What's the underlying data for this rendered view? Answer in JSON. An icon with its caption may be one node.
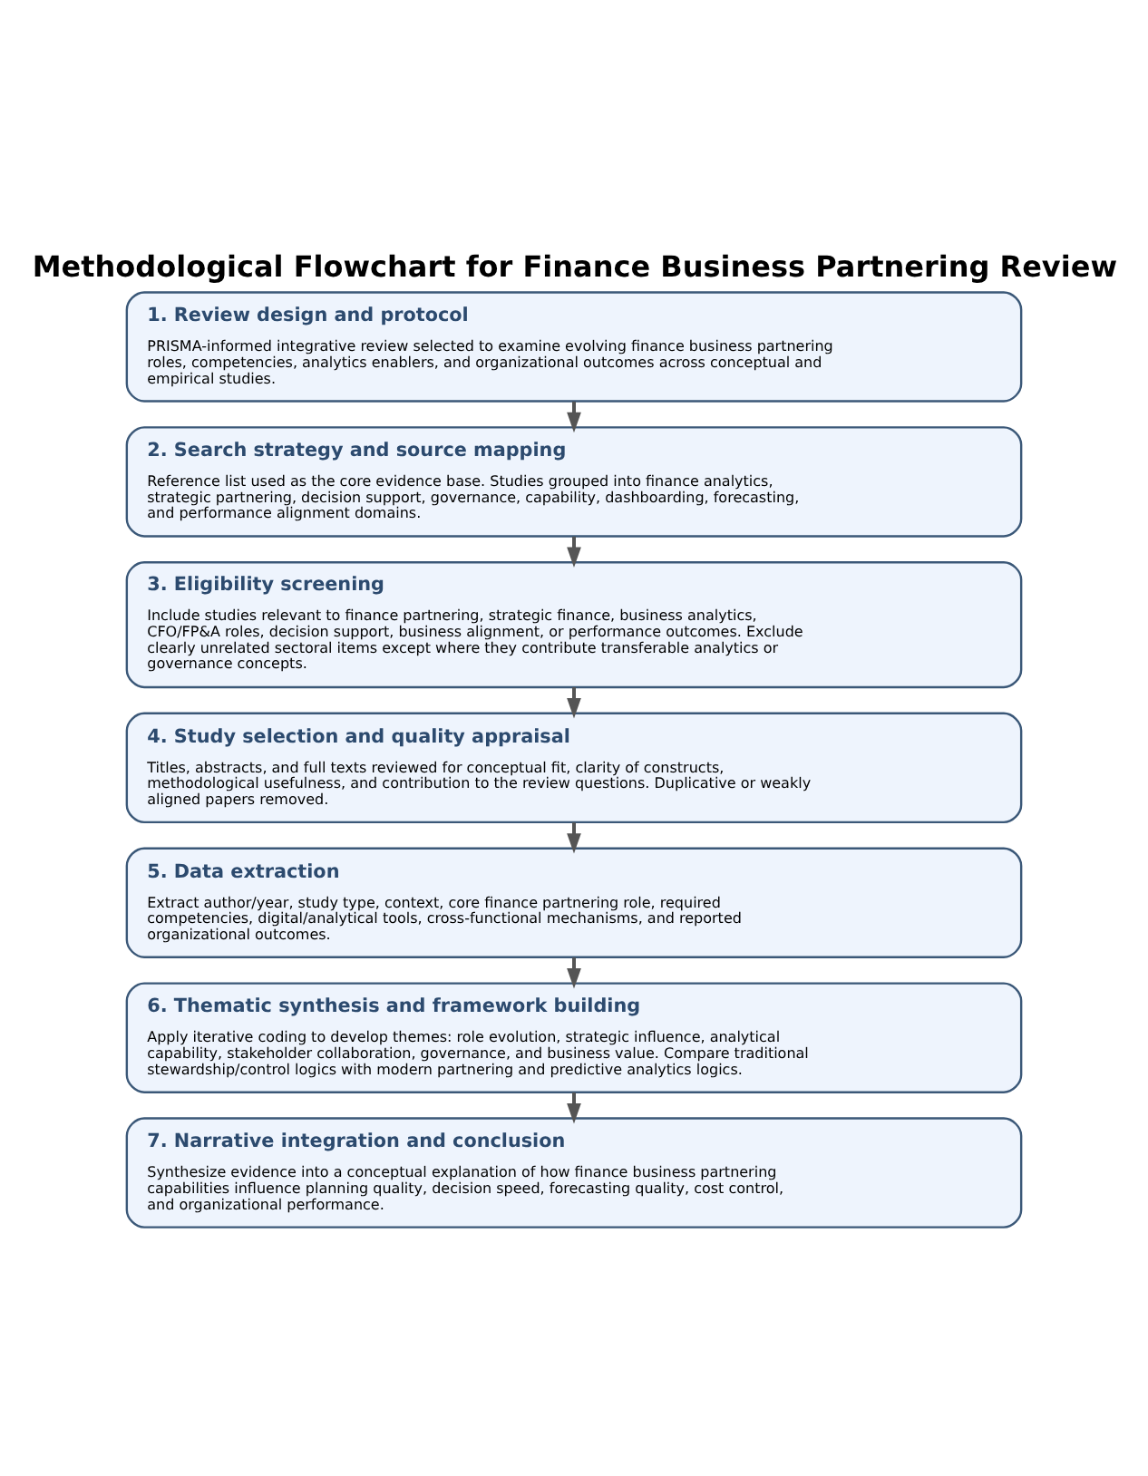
{
  "diagram": {
    "title": "Methodological Flowchart for Finance Business Partnering Review",
    "nodes": [
      {
        "text": [
          "1. Review design and protocol",
          "PRISMA-informed integrative review selected to examine evolving finance business partnering roles, competencies, analytics enablers, and organizational outcomes across conceptual and empirical studies."
        ]
      },
      {
        "text": [
          "2. Search strategy and source mapping",
          "Reference list used as the core evidence base. Studies grouped into finance analytics, strategic partnering, decision support, governance, capability, dashboarding, forecasting, and performance alignment domains."
        ]
      },
      {
        "text": [
          "3. Eligibility screening",
          "Include studies relevant to finance partnering, strategic finance, business analytics, CFO/FP&A roles, decision support, business alignment, or performance outcomes. Exclude clearly unrelated sectoral items except where they contribute transferable analytics or governance concepts."
        ]
      },
      {
        "text": [
          "4. Study selection and quality appraisal",
          "Titles, abstracts, and full texts reviewed for conceptual fit, clarity of constructs, methodological usefulness, and contribution to the review questions. Duplicative or weakly aligned papers removed."
        ]
      },
      {
        "text": [
          "5. Data extraction",
          "Extract author/year, study type, context, core finance partnering role, required competencies, digital/analytical tools, cross-functional mechanisms, and reported organizational outcomes."
        ]
      },
      {
        "text": [
          "6. Thematic synthesis and framework building",
          "Apply iterative coding to develop themes: role evolution, strategic influence, analytical capability, stakeholder collaboration, governance, and business value. Compare traditional stewardship/control logics with modern partnering and predictive analytics logics."
        ]
      },
      {
        "text": [
          "7. Narrative integration and conclusion",
          "Synthesize evidence into a conceptual explanation of how finance business partnering capabilities influence planning quality, decision speed, forecasting quality, cost control, and organizational performance."
        ]
      }
    ],
    "edges": [
      {
        "from": 0,
        "to": 1,
        "arrow": "to"
      },
      {
        "from": 1,
        "to": 2,
        "arrow": "to"
      },
      {
        "from": 2,
        "to": 3,
        "arrow": "to"
      },
      {
        "from": 3,
        "to": 4,
        "arrow": "to"
      },
      {
        "from": 4,
        "to": 5,
        "arrow": "to"
      },
      {
        "from": 5,
        "to": 6,
        "arrow": "to"
      }
    ]
  }
}
